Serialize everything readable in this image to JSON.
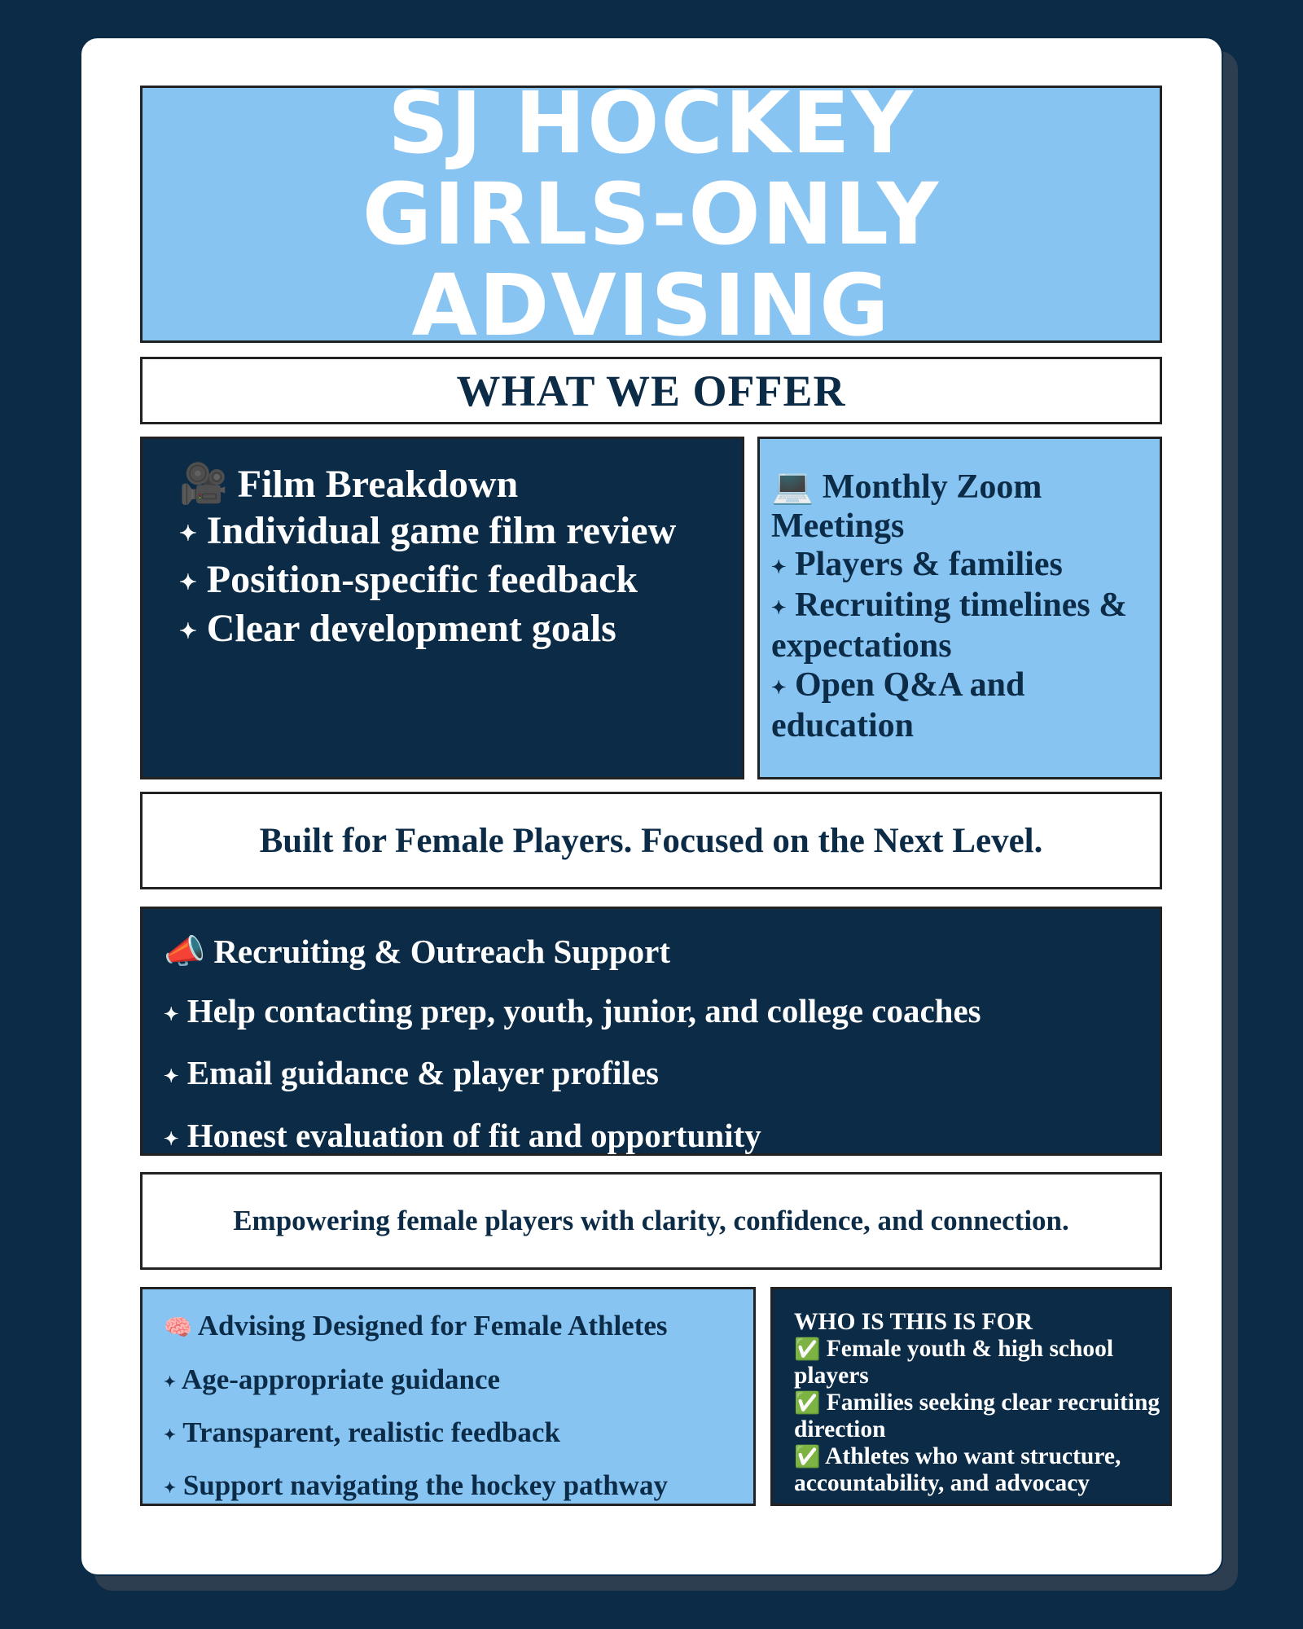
{
  "title": "SJ HOCKEY GIRLS-ONLY ADVISING",
  "offer_heading": "WHAT WE OFFER",
  "film": {
    "icon": "🎥",
    "heading": "Film Breakdown",
    "bullet": "✦",
    "items": [
      "Individual game film review",
      "Position-specific feedback",
      "Clear development goals"
    ]
  },
  "zoom": {
    "icon": "💻",
    "heading": "Monthly Zoom Meetings",
    "bullet": "✦",
    "items": [
      "Players & families",
      "Recruiting timelines & expectations",
      "Open Q&A and education"
    ]
  },
  "tagline": "Built for Female Players. Focused on the Next Level.",
  "recruiting": {
    "icon": "📣",
    "heading": "Recruiting & Outreach Support",
    "bullet": "✦",
    "items": [
      "Help contacting prep, youth, junior, and college coaches",
      "Email guidance & player profiles",
      "Honest evaluation of fit and opportunity"
    ]
  },
  "empower": "Empowering female players with clarity, confidence, and connection.",
  "advising": {
    "icon": "🧠",
    "heading": "Advising Designed for Female Athletes",
    "bullet": "✦",
    "items": [
      "Age-appropriate guidance",
      "Transparent, realistic feedback",
      "Support navigating the hockey pathway"
    ]
  },
  "who": {
    "heading": "WHO IS THIS IS FOR",
    "check": "✅",
    "items": [
      "Female youth & high school players",
      "Families seeking clear recruiting direction",
      "Athletes who want structure, accountability, and advocacy"
    ]
  },
  "colors": {
    "navy": "#0b2b47",
    "light_blue": "#88c4f2"
  }
}
